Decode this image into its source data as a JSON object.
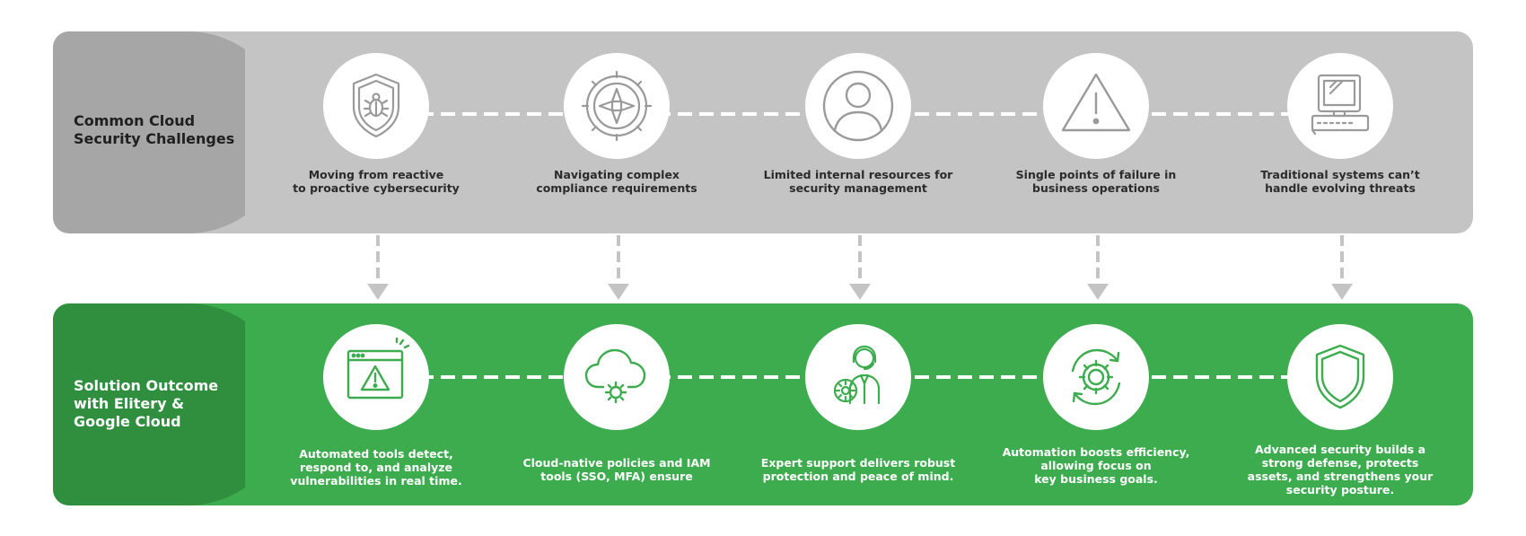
{
  "challenges": {
    "title": "Common Cloud\nSecurity Challenges",
    "items": [
      {
        "label": "Moving from reactive\nto proactive cybersecurity",
        "icon": "shield-bug-icon"
      },
      {
        "label": "Navigating complex\ncompliance requirements",
        "icon": "gear-compass-icon"
      },
      {
        "label": "Limited internal resources for\nsecurity management",
        "icon": "user-icon"
      },
      {
        "label": "Single points of failure in\nbusiness operations",
        "icon": "warning-icon"
      },
      {
        "label": "Traditional systems can’t\nhandle evolving threats",
        "icon": "desktop-computer-icon"
      }
    ]
  },
  "solutions": {
    "title": "Solution Outcome\nwith Elitery &\nGoogle Cloud",
    "items": [
      {
        "label": "Automated tools detect,\nrespond to, and analyze\nvulnerabilities in real time.",
        "icon": "browser-alert-icon"
      },
      {
        "label": "Cloud-native policies and IAM\ntools (SSO, MFA) ensure",
        "icon": "cloud-gear-icon"
      },
      {
        "label": "Expert support delivers robust\nprotection and peace of mind.",
        "icon": "support-agent-icon"
      },
      {
        "label": "Automation boosts efficiency,\nallowing focus on\nkey business goals.",
        "icon": "gear-refresh-icon"
      },
      {
        "label": "Advanced security builds a\nstrong defense, protects\nassets, and strengthens your\nsecurity posture.",
        "icon": "shield-icon"
      }
    ]
  },
  "colors": {
    "challenge_band": "#c4c4c4",
    "challenge_tab": "#a6a6a6",
    "solution_band": "#3cac4e",
    "solution_tab": "#2f8f3f",
    "challenge_icon": "#9a9a9a",
    "solution_icon": "#3cac4e",
    "arrow": "#c4c4c4"
  }
}
